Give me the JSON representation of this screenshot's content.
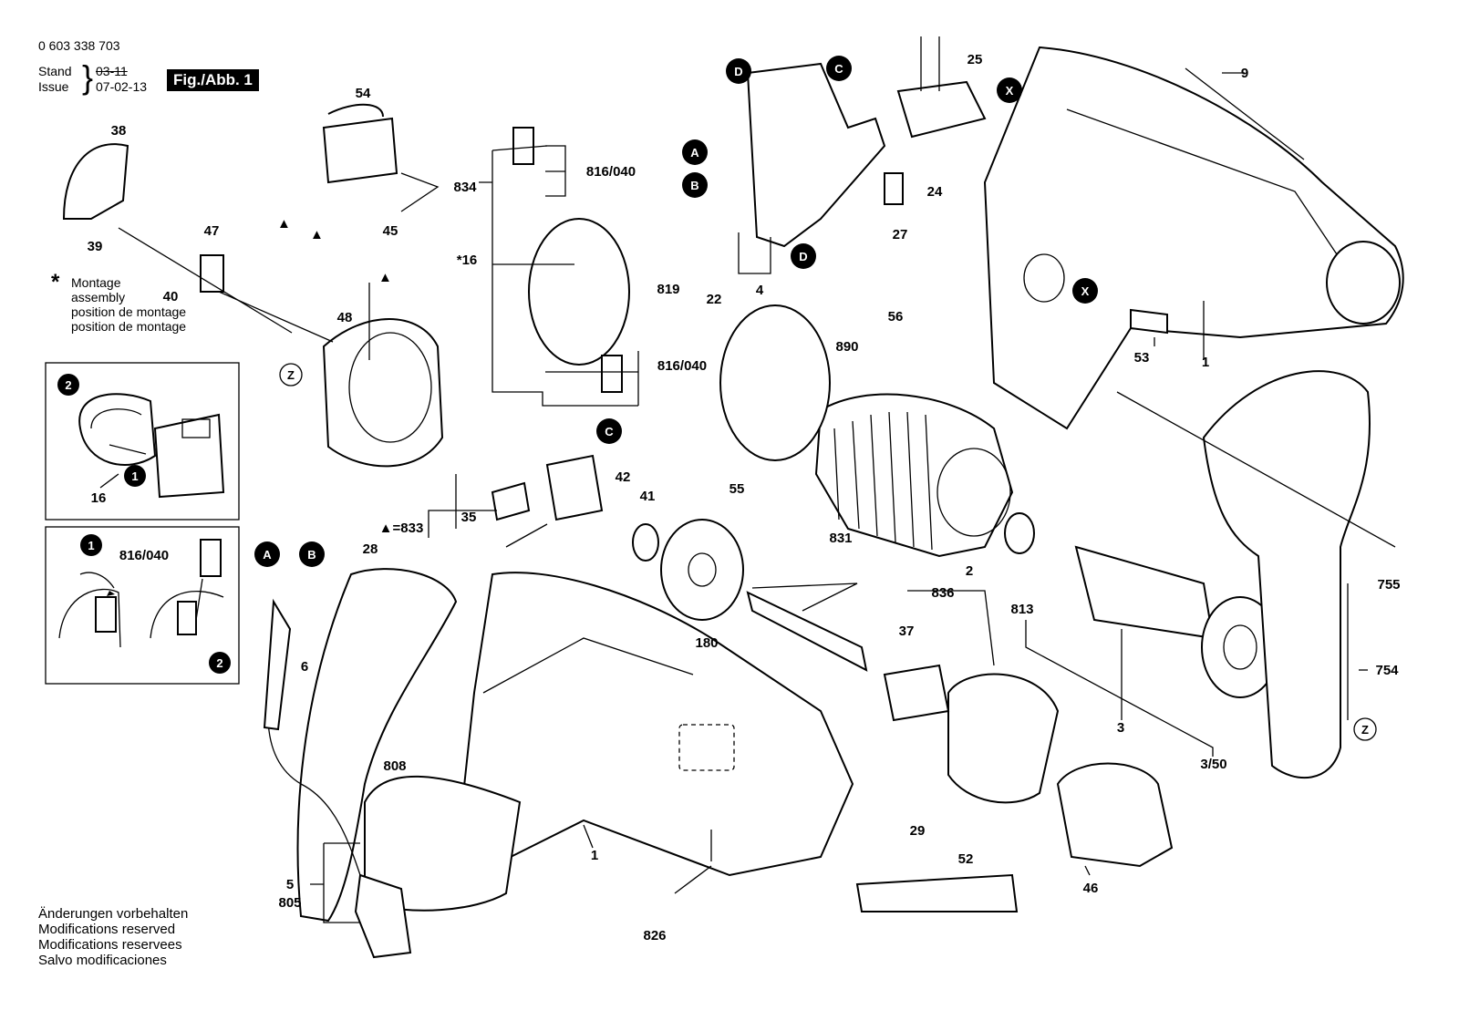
{
  "header": {
    "doc_number": "0 603 338 703",
    "stand_label": "Stand",
    "stand_value": "03-11",
    "issue_label": "Issue",
    "issue_value": "07-02-13",
    "fig_label": "Fig./Abb. 1"
  },
  "assembly_note": {
    "star": "*",
    "lines": [
      "Montage",
      "assembly",
      "position de montage",
      "position de montage"
    ]
  },
  "footer": {
    "lines": [
      "Änderungen vorbehalten",
      "Modifications reserved",
      "Modifications reservees",
      "Salvo modificaciones"
    ]
  },
  "legend_833": "▲=833",
  "markers": {
    "A": "A",
    "B": "B",
    "C": "C",
    "D": "D",
    "X": "X",
    "Z": "Z",
    "one": "1",
    "two": "2",
    "triangle": "▲"
  },
  "parts": {
    "p1a": "1",
    "p1b": "1",
    "p2": "2",
    "p3": "3",
    "p3_50": "3/50",
    "p4": "4",
    "p5": "5",
    "p6": "6",
    "p9": "9",
    "p16": "16",
    "p16_star": "*16",
    "p22": "22",
    "p24": "24",
    "p25": "25",
    "p27": "27",
    "p28": "28",
    "p29": "29",
    "p35": "35",
    "p37": "37",
    "p38": "38",
    "p39": "39",
    "p40": "40",
    "p41": "41",
    "p42": "42",
    "p45": "45",
    "p46": "46",
    "p47": "47",
    "p48": "48",
    "p52": "52",
    "p53": "53",
    "p54": "54",
    "p55": "55",
    "p56": "56",
    "p180": "180",
    "p754": "754",
    "p755": "755",
    "p805": "805",
    "p808": "808",
    "p813": "813",
    "p816_a": "816/040",
    "p816_b": "816/040",
    "p816_c": "816/040",
    "p819": "819",
    "p826": "826",
    "p831": "831",
    "p834": "834",
    "p836": "836",
    "p890": "890"
  }
}
